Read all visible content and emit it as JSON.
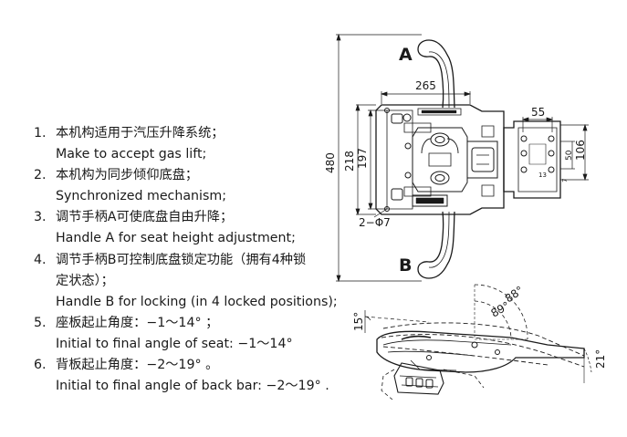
{
  "specs": [
    {
      "num": "1.",
      "zh": "本机构适用于汽压升降系统；",
      "en": "Make to accept gas lift;"
    },
    {
      "num": "2.",
      "zh": "本机构为同步倾仰底盘；",
      "en": "Synchronized mechanism;"
    },
    {
      "num": "3.",
      "zh": "调节手柄A可使底盘自由升降；",
      "en": "Handle A for seat height adjustment;"
    },
    {
      "num": "4.",
      "zh": "调节手柄B可控制底盘锁定功能（拥有4种锁",
      "zh2": "定状态）；",
      "en": "Handle B for locking (in 4 locked positions);"
    },
    {
      "num": "5.",
      "zh": "座板起止角度：−1～14°  ；",
      "en": "Initial to final angle of seat: −1～14°"
    },
    {
      "num": "6.",
      "zh": "背板起止角度：−2～19°  。",
      "en": "Initial to final angle of back bar: −2～19°  ."
    }
  ],
  "drawing": {
    "handle_a": "A",
    "handle_b": "B",
    "dims": {
      "width": "265",
      "height_total": "480",
      "height_218": "218",
      "height_197": "197",
      "holes": "2−Φ7",
      "plate_55": "55",
      "plate_106": "106",
      "plate_50": "50",
      "plate_13": "13",
      "plate_7": "7"
    },
    "angles": {
      "a88": "88°",
      "a89": "89°",
      "a15": "15°",
      "a21": "21°"
    }
  }
}
